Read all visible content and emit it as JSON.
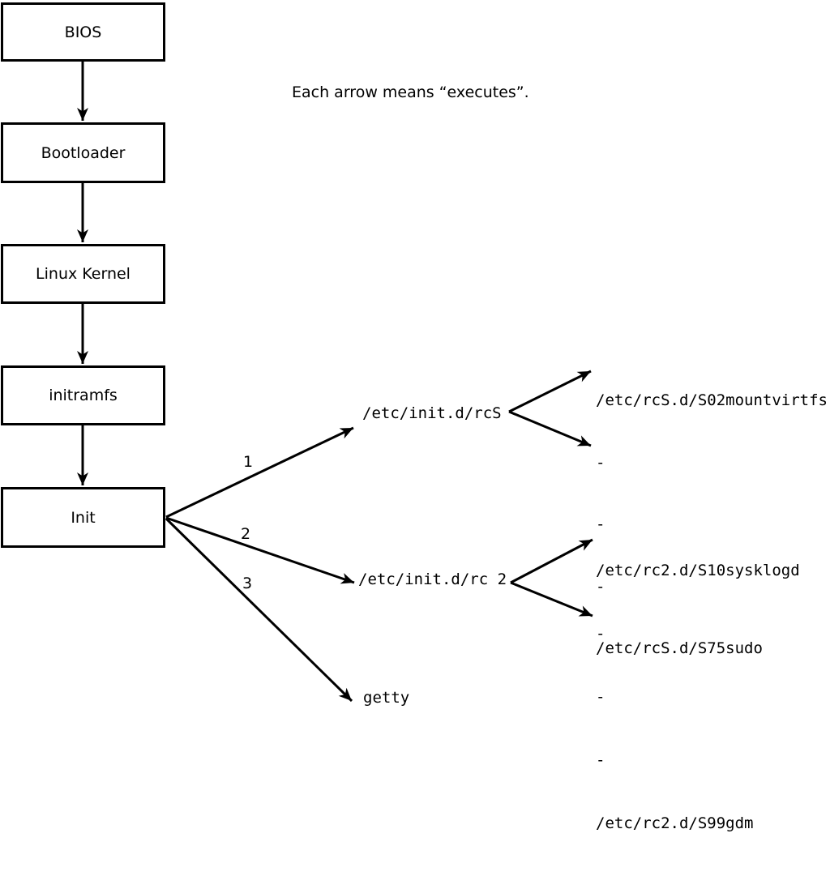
{
  "note": "Each arrow means “executes”.",
  "colors": {
    "line": "#000000",
    "background": "#ffffff",
    "box_fill": "#ffffff"
  },
  "boxes": [
    {
      "label": "BIOS"
    },
    {
      "label": "Bootloader"
    },
    {
      "label": "Linux Kernel"
    },
    {
      "label": "initramfs"
    },
    {
      "label": "Init"
    }
  ],
  "init_targets": [
    {
      "order": "1",
      "label": "/etc/init.d/rcS"
    },
    {
      "order": "2",
      "label": "/etc/init.d/rc 2"
    },
    {
      "order": "3",
      "label": "getty"
    }
  ],
  "rcs_fan": {
    "entries": [
      "/etc/rcS.d/S02mountvirtfs",
      "-",
      "-",
      "-",
      "/etc/rcS.d/S75sudo"
    ]
  },
  "rc2_fan": {
    "entries": [
      "/etc/rc2.d/S10sysklogd",
      "-",
      "-",
      "-",
      "/etc/rc2.d/S99gdm"
    ]
  }
}
